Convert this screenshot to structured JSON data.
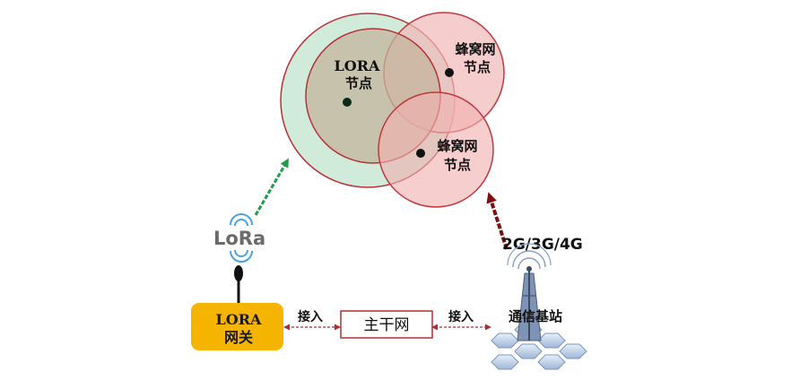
{
  "nodes": {
    "lora_node": {
      "line1": "LORA",
      "line2": "节点"
    },
    "cell_node_top": {
      "line1": "蜂窝网",
      "line2": "节点"
    },
    "cell_node_mid": {
      "line1": "蜂窝网",
      "line2": "节点"
    }
  },
  "logo": {
    "text": "LoRa"
  },
  "network_label": "2G/3G/4G",
  "gateway": {
    "line1": "LORA",
    "line2": "网关"
  },
  "backbone": {
    "label": "主干网"
  },
  "access_left": "接入",
  "access_right": "接入",
  "base_station": {
    "label": "通信基站"
  },
  "colors": {
    "lora_green": "#cbe9d6",
    "lora_inner": "#c9c0a6",
    "cell_pink": "#f2c4c4",
    "cell_stroke": "#c0393f",
    "green_arrow": "#1f9e4a",
    "red_arrow": "#7a1010",
    "gateway_fill": "#f5b400",
    "backbone_stroke": "#b03030"
  }
}
